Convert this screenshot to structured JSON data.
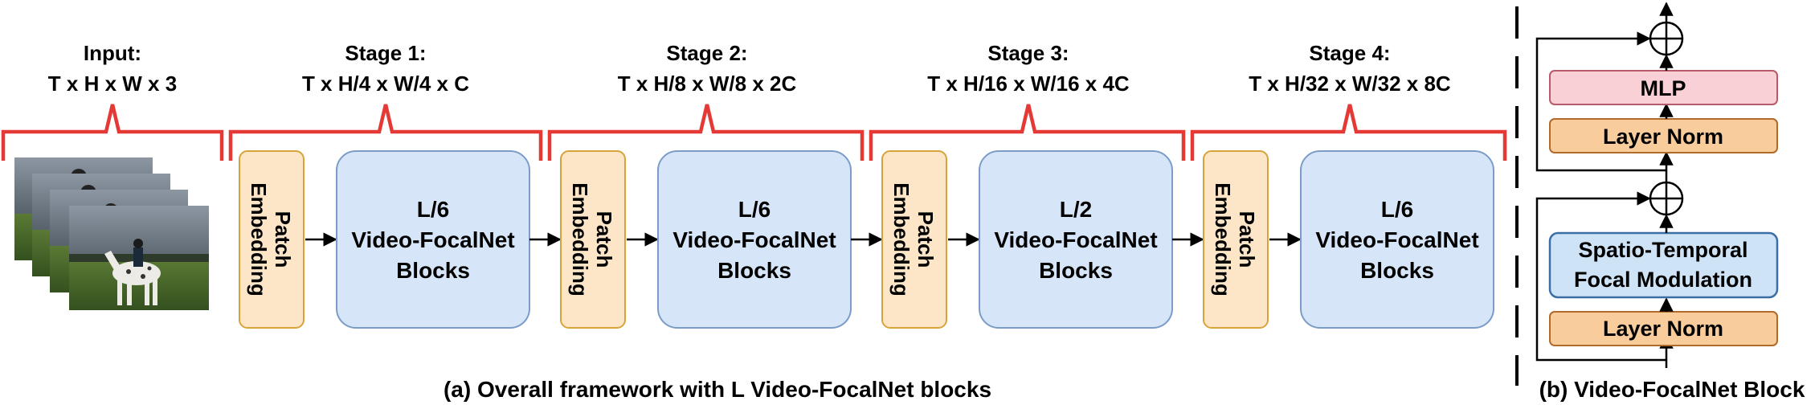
{
  "input": {
    "title": "Input:",
    "dims": "T x H x W x 3"
  },
  "stages": [
    {
      "title": "Stage 1:",
      "dims": "T x H/4 x W/4 x C",
      "patch_label": [
        "Patch",
        "Embedding"
      ],
      "block_lines": [
        "L/6",
        "Video-FocalNet",
        "Blocks"
      ]
    },
    {
      "title": "Stage 2:",
      "dims": "T x H/8 x W/8 x 2C",
      "patch_label": [
        "Patch",
        "Embedding"
      ],
      "block_lines": [
        "L/6",
        "Video-FocalNet",
        "Blocks"
      ]
    },
    {
      "title": "Stage 3:",
      "dims": "T x H/16 x W/16 x 4C",
      "patch_label": [
        "Patch",
        "Embedding"
      ],
      "block_lines": [
        "L/2",
        "Video-FocalNet",
        "Blocks"
      ]
    },
    {
      "title": "Stage 4:",
      "dims": "T x H/32 x W/32 x 8C",
      "patch_label": [
        "Patch",
        "Embedding"
      ],
      "block_lines": [
        "L/6",
        "Video-FocalNet",
        "Blocks"
      ]
    }
  ],
  "captions": {
    "a": "(a) Overall framework with L Video-FocalNet blocks",
    "b": "(b) Video-FocalNet Block"
  },
  "block_detail": {
    "mlp": "MLP",
    "layer_norm_top": "Layer Norm",
    "focal_line1": "Spatio-Temporal",
    "focal_line2": "Focal Modulation",
    "layer_norm_bottom": "Layer Norm"
  },
  "colors": {
    "brace": "#e53935",
    "patch_fill": "#fde5c8",
    "patch_stroke": "#d7a43a",
    "block_fill": "#d6e6f8",
    "block_stroke": "#7a9cc6",
    "mlp_fill": "#f9d0d6",
    "mlp_stroke": "#b85a6a",
    "layernorm_fill": "#f9cc9c",
    "layernorm_stroke": "#b06a2a",
    "focal_fill": "#cfe3f6",
    "focal_stroke": "#3a6ea5"
  },
  "icons": {
    "plus_node": "circle-plus-icon",
    "arrow": "arrow-right-icon",
    "input_frames": "video-frames-icon"
  }
}
